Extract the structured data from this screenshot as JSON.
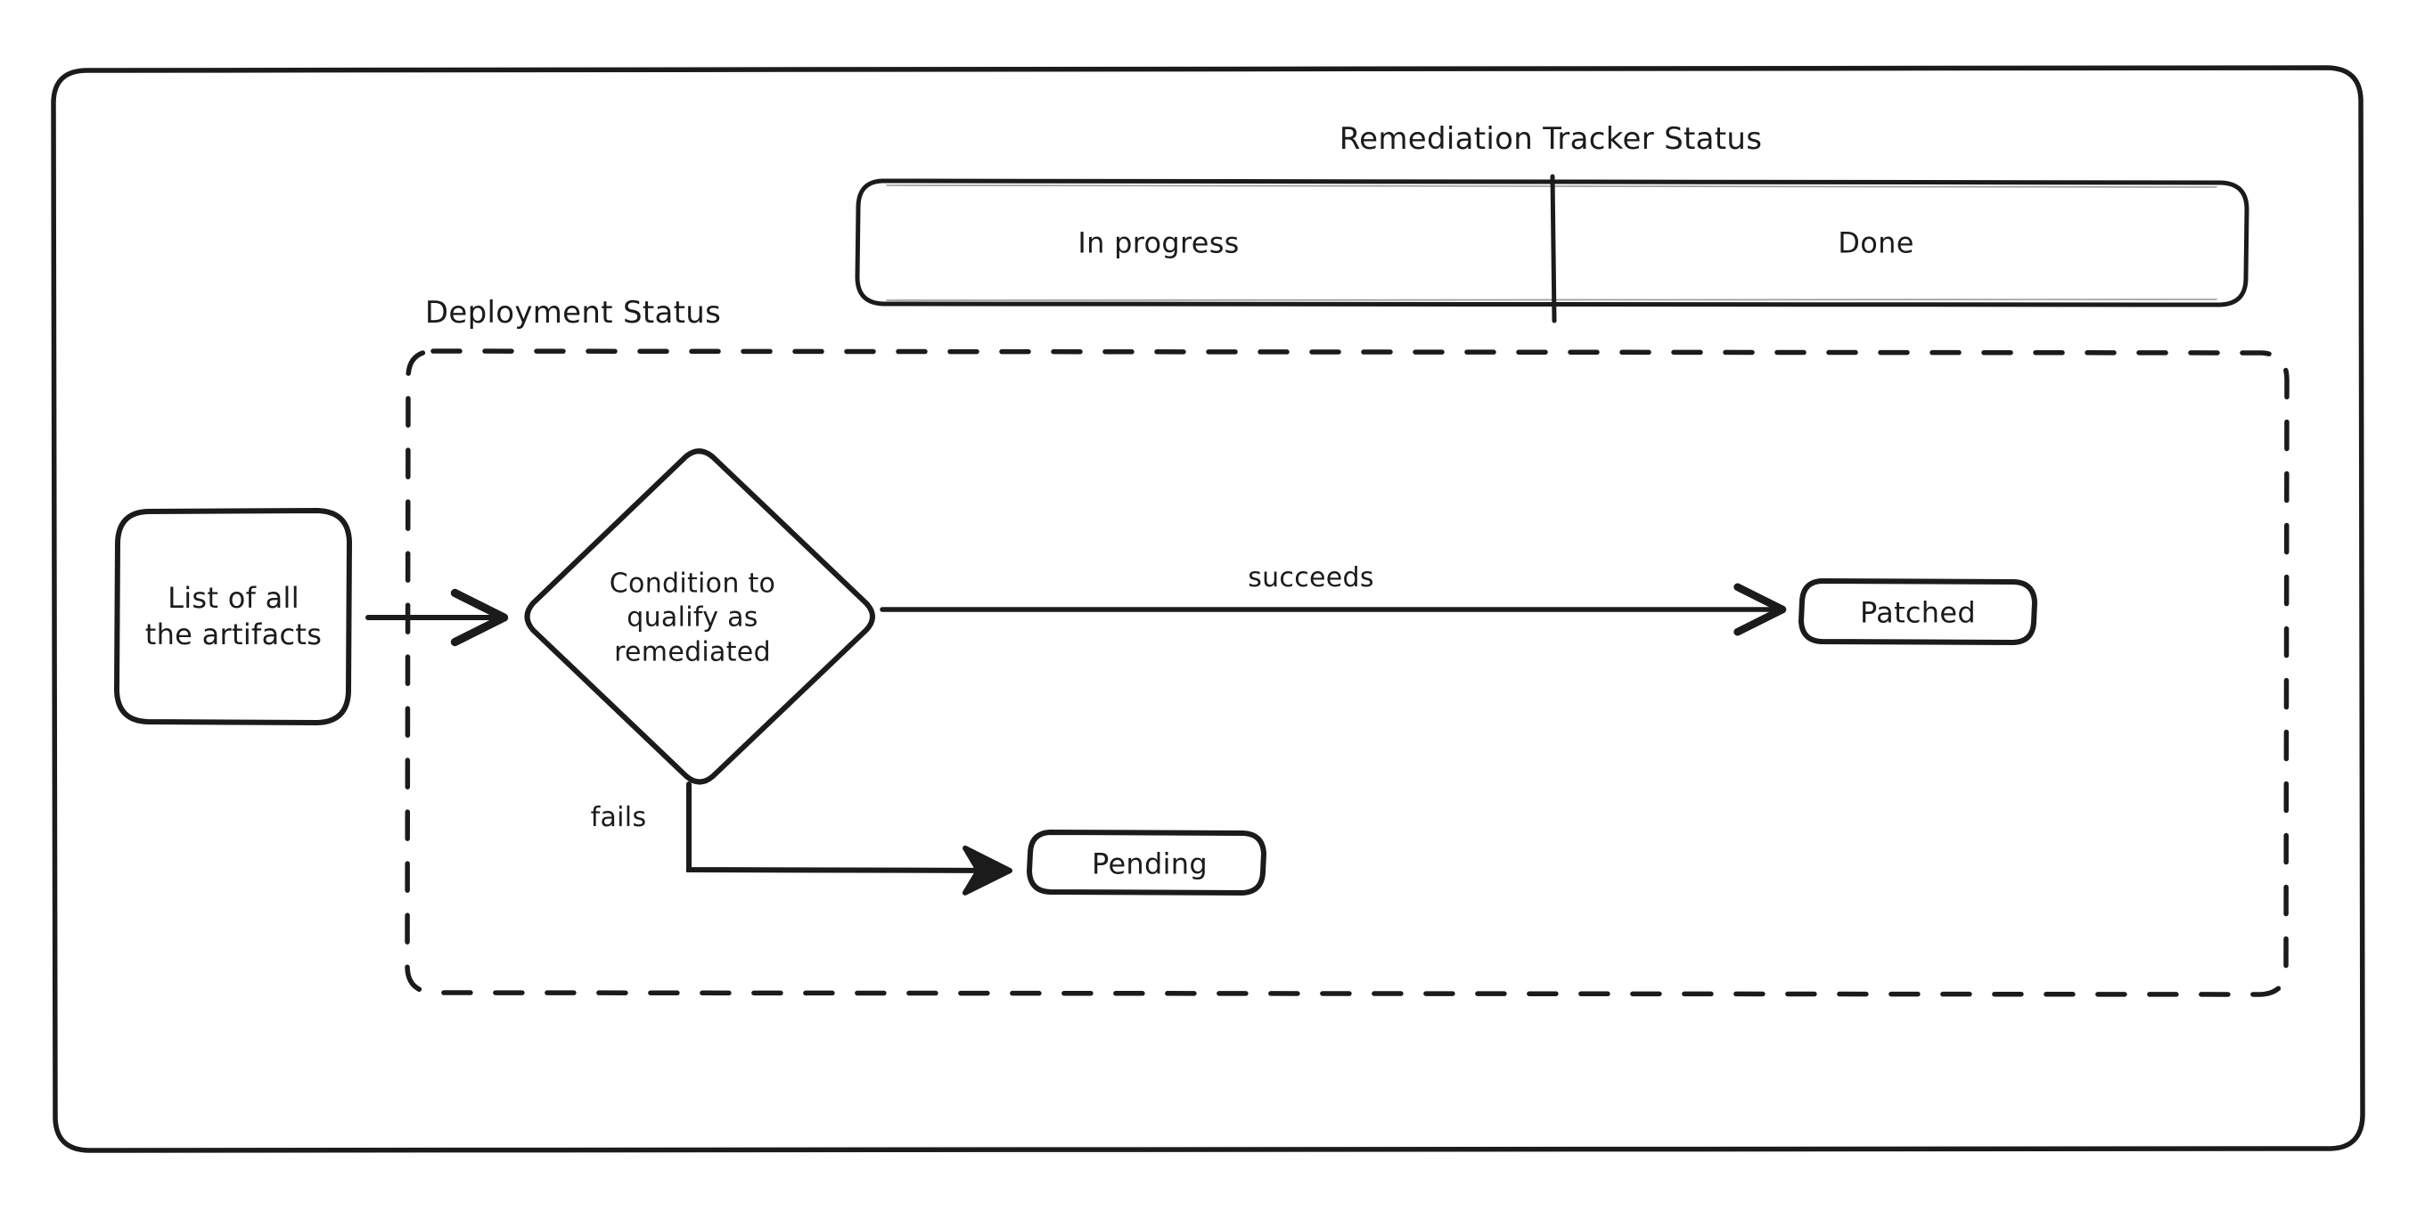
{
  "diagram": {
    "style": {
      "stroke": "#1b1b1b",
      "background": "#ffffff",
      "text_color": "#1b1b1b"
    },
    "frame": {
      "name": "outer-frame"
    },
    "tracker": {
      "title": "Remediation Tracker Status",
      "segments": [
        {
          "label": "In progress"
        },
        {
          "label": "Done"
        }
      ]
    },
    "deployment": {
      "title": "Deployment Status"
    },
    "nodes": [
      {
        "id": "artifacts",
        "label": "List of all\nthe artifacts",
        "shape": "rounded-rect"
      },
      {
        "id": "condition",
        "label": "Condition to\nqualify as\nremediated",
        "shape": "diamond"
      },
      {
        "id": "patched",
        "label": "Patched",
        "shape": "rounded-rect"
      },
      {
        "id": "pending",
        "label": "Pending",
        "shape": "rounded-rect"
      }
    ],
    "edges": [
      {
        "id": "artifacts-condition",
        "label": ""
      },
      {
        "id": "condition-patched",
        "label": "succeeds"
      },
      {
        "id": "condition-pending",
        "label": "fails"
      }
    ]
  }
}
